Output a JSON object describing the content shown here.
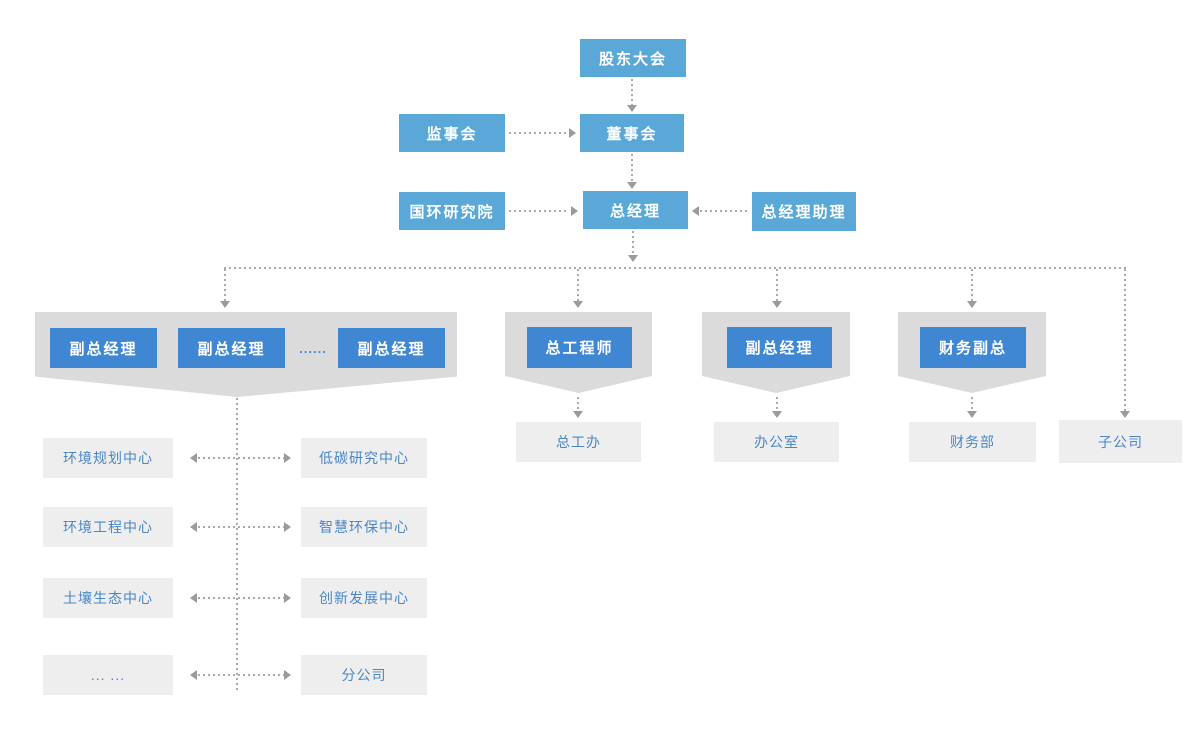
{
  "colors": {
    "light_blue": "#5AA8D8",
    "dark_blue": "#3F86D3",
    "pennant_gray": "#DBDBDB",
    "box_gray": "#EEEEEF",
    "blue_text": "#4A86C5",
    "line_gray": "#AAAAAA"
  },
  "nodes": {
    "shareholders_meeting": "股东大会",
    "supervisory_board": "监事会",
    "board_of_directors": "董事会",
    "guohuan_research_institute": "国环研究院",
    "general_manager": "总经理",
    "gm_assistant": "总经理助理",
    "deputy_gm_1": "副总经理",
    "deputy_gm_2": "副总经理",
    "deputy_gm_ellipsis": "......",
    "deputy_gm_3": "副总经理",
    "chief_engineer": "总工程师",
    "deputy_gm_admin": "副总经理",
    "finance_deputy": "财务副总"
  },
  "departments": {
    "left_column": [
      "环境规划中心",
      "环境工程中心",
      "土壤生态中心",
      "... ..."
    ],
    "right_column": [
      "低碳研究中心",
      "智慧环保中心",
      "创新发展中心",
      "分公司"
    ],
    "chief_engineer_office": "总工办",
    "admin_office": "办公室",
    "finance_department": "财务部",
    "subsidiary": "子公司"
  }
}
